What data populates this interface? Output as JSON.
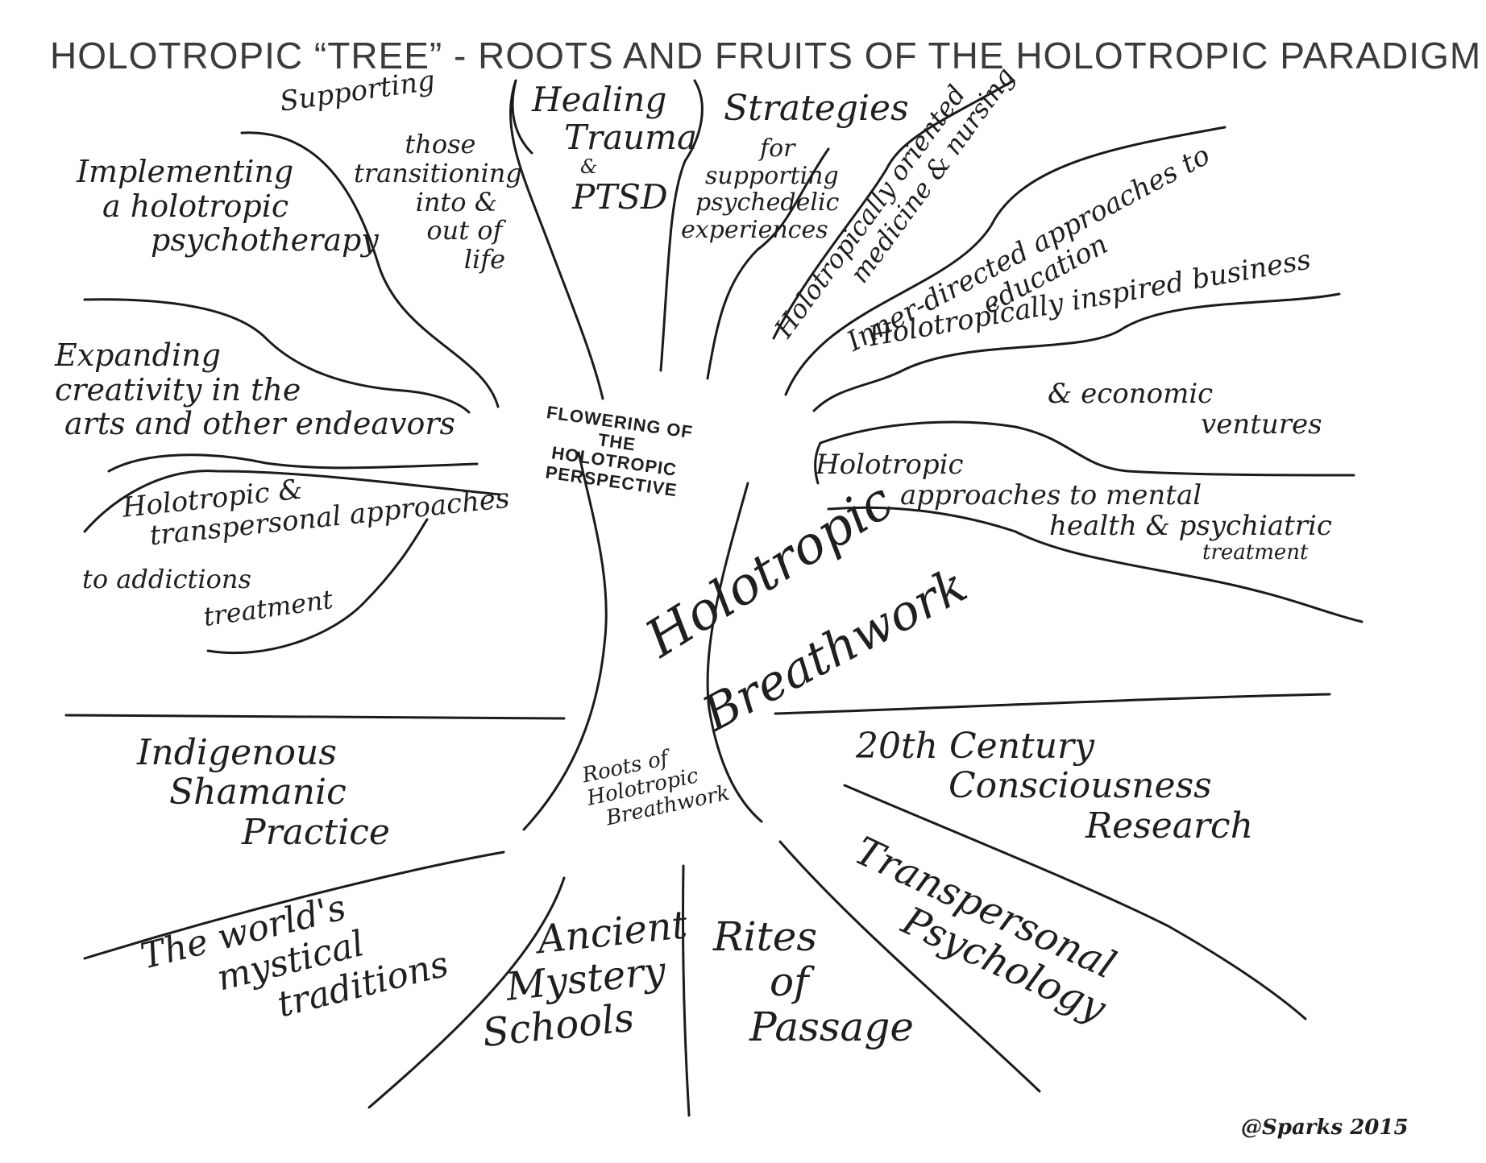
{
  "title": "HOLOTROPIC “TREE” - ROOTS AND FRUITS OF THE HOLOTROPIC PARADIGM",
  "center": {
    "flowering": [
      "FLOWERING OF",
      "THE",
      "HOLOTROPIC",
      "PERSPECTIVE"
    ],
    "trunk_line1": "Holotropic",
    "trunk_line2": "Breathwork",
    "roots_label": [
      "Roots of",
      "Holotropic",
      "Breathwork"
    ]
  },
  "fruits": {
    "implementing": [
      "Implementing",
      "a holotropic",
      "psychotherapy"
    ],
    "supporting": [
      "Supporting",
      "those",
      "transitioning",
      "into &",
      "out of",
      "life"
    ],
    "healing": [
      "Healing",
      "Trauma",
      "&",
      "PTSD"
    ],
    "strategies": [
      "Strategies",
      "for",
      "supporting",
      "psychedelic",
      "experiences"
    ],
    "medicine": [
      "Holotropically oriented",
      "medicine & nursing"
    ],
    "education": [
      "Inner-directed approaches to",
      "education"
    ],
    "business": [
      "Holotropically inspired business",
      "& economic",
      "ventures"
    ],
    "mental_health": [
      "Holotropic",
      "approaches to mental",
      "health & psychiatric",
      "treatment"
    ],
    "expanding": [
      "Expanding",
      "creativity in the",
      "arts and other endeavors"
    ],
    "addictions": [
      "Holotropic &",
      "transpersonal approaches",
      "to addictions",
      "treatment"
    ]
  },
  "roots": {
    "indigenous": [
      "Indigenous",
      "Shamanic",
      "Practice"
    ],
    "research": [
      "20th Century",
      "Consciousness",
      "Research"
    ],
    "mystical": [
      "The world's",
      "mystical",
      "traditions"
    ],
    "ancient": [
      "Ancient",
      "Mystery",
      "Schools"
    ],
    "rites": [
      "Rites",
      "of",
      "Passage"
    ],
    "transpersonal": [
      "Transpersonal",
      "Psychology"
    ]
  },
  "signature": "@Sparks 2015",
  "colors": {
    "ink": "#1b1b1b",
    "title": "#3b3b3b",
    "paper": "#ffffff"
  }
}
